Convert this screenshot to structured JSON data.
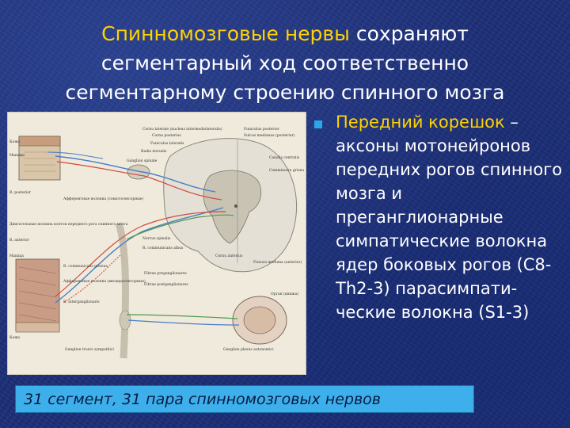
{
  "slide": {
    "title_highlight": "Спинномозговые нервы",
    "title_line1_rest": " сохраняют",
    "title_line2": "сегментарный ход соответственно",
    "title_line3": "сегментарному строению спинного мозга",
    "bullet_highlight": "Передний корешок",
    "bullet_rest": " – аксоны мотонейронов передних рогов спинного мозга и преганглионарные симпатические волокна ядер боковых рогов (C8-Th2-3) парасимпати-ческие волокна (S1-3)",
    "footer": "31 сегмент, 31 пара спинномозговых нервов"
  },
  "figure": {
    "labels": {
      "cornu_laterale": "Cornu laterale (nucleus intermediolateralis)",
      "cornu_posterius": "Cornu posterius",
      "funiculus_posterior": "Funiculus posterior",
      "sulcus_medianus": "Sulcus medianus (posterior)",
      "funiculus_lateralis": "Funiculus lateralis",
      "radix_dorsalis": "Radix dorsalis",
      "ganglion_spinale": "Ganglion spinale",
      "canalis_centralis": "Canalis centralis",
      "commissura_grisea": "Commissura grisea",
      "kozha_top": "Кожа",
      "myshcy_top": "Мышцы",
      "r_posterior": "R. posterior",
      "afferent_top": "Афферентные волокна (соматосенсорные)",
      "dvigatelnye": "Двигательные волокна клеток переднего рога спинного мозга",
      "r_anterior": "R. anterior",
      "nervus_spinalis": "Nervus spinalis",
      "ramus_comm_albus": "R. communicans albus",
      "ramus_comm_griseus": "R. communicans griseus",
      "myshca_bottom": "Мышца",
      "afferent_bottom": "Афферентные волокна (висцеросенсорные)",
      "fibrae_preganglionares": "Fibrae preganglionares",
      "fibrae_postganglionares": "Fibrae postganglionares",
      "r_interganglionaris": "R. interganglionaris",
      "kozha_bottom": "Кожа",
      "ganglion_trunci": "Ganglion trunci sympathici",
      "ganglion_plexus": "Ganglion plexus autonomici",
      "organ_vnutr": "Орган (кишка)",
      "cornu_anterius": "Cornu anterius",
      "fissura_mediana": "Fissura mediana (anterior)"
    }
  }
}
